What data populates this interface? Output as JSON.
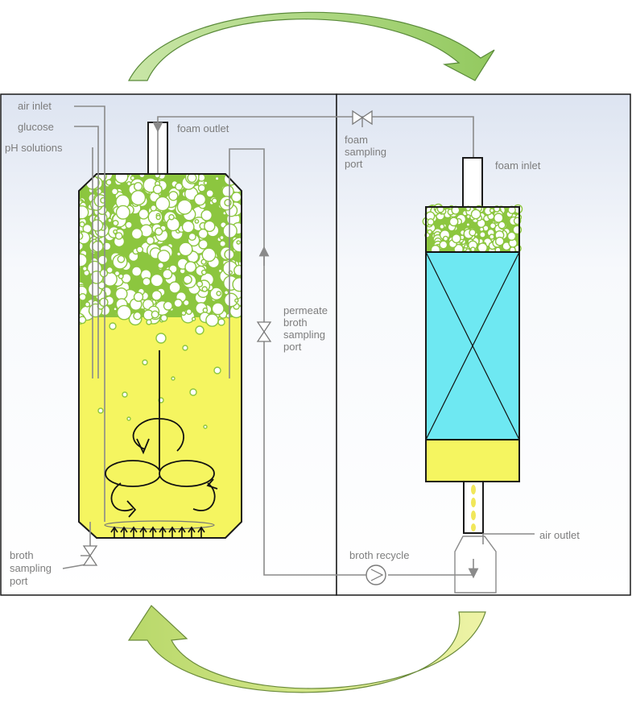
{
  "labels": {
    "air_inlet": "air inlet",
    "glucose": "glucose",
    "ph_solutions": "pH solutions",
    "foam_outlet": "foam outlet",
    "foam_sampling_port": [
      "foam",
      "sampling",
      "port"
    ],
    "foam_inlet": "foam inlet",
    "permeate_broth_sampling_port": [
      "permeate",
      "broth",
      "sampling",
      "port"
    ],
    "broth_sampling_port": [
      "broth",
      "sampling",
      "port"
    ],
    "air_outlet": "air outlet",
    "broth_recycle": "broth recycle"
  },
  "colors": {
    "broth": "#f5f560",
    "foam": "#8cc63f",
    "column_packing": "#6ee8f2",
    "arrow_top": "#b5dc8a",
    "arrow_bottom": "#d7e88a",
    "pipe": "#8a8a8a",
    "panel_bg": "#e9eef7"
  },
  "icons": {
    "valve": "bowtie-valve-icon",
    "pump": "pump-icon",
    "impeller": "rushton-impeller-icon",
    "sparger": "air-sparger-icon",
    "cycle_arrows": "curved-arrow-icon"
  }
}
